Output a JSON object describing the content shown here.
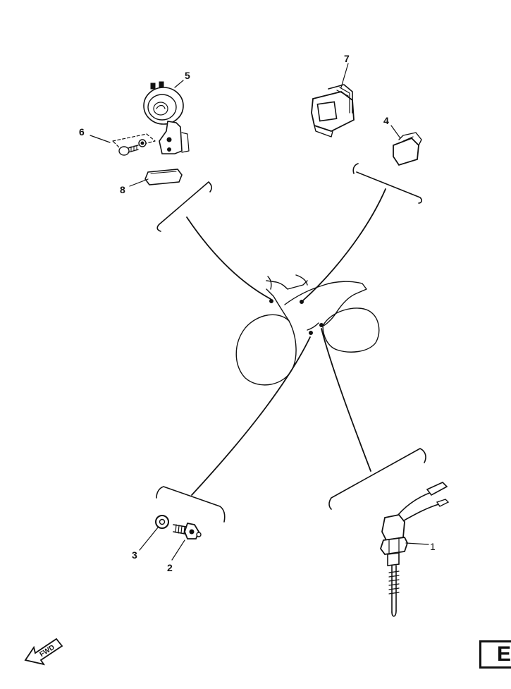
{
  "callouts": {
    "c1": "1",
    "c2": "2",
    "c3": "3",
    "c4": "4",
    "c5": "5",
    "c6": "6",
    "c7": "7",
    "c8": "8"
  },
  "fwd_label": "FWD",
  "section_badge": "E"
}
